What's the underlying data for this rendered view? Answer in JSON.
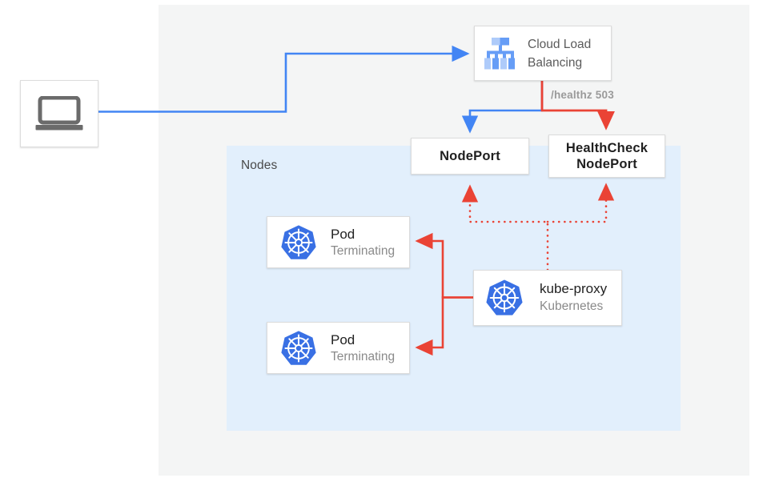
{
  "diagram": {
    "title_region": "kubernetes-externaltrafficpolicy-local-health-check",
    "nodes_panel": {
      "label": "Nodes",
      "background": "#e2effc"
    },
    "canvas_background": "#f4f5f5",
    "colors": {
      "blue_line": "#4285f4",
      "red_line": "#ea4335",
      "kubernetes_blue": "#3970e4",
      "panel_blue": "#e2effc",
      "panel_gray": "#f4f5f5",
      "text_dark": "#222222",
      "text_muted": "#8a8a8a"
    },
    "boxes": {
      "client": {
        "icon": "laptop-icon",
        "label": ""
      },
      "cloud_load_balancing": {
        "icon": "cloud-load-balancing-icon",
        "line1": "Cloud Load",
        "line2": "Balancing"
      },
      "nodeport": {
        "label": "NodePort"
      },
      "healthcheck_nodeport": {
        "line1": "HealthCheck",
        "line2": "NodePort"
      },
      "pod_1": {
        "icon": "kubernetes-icon",
        "title": "Pod",
        "subtitle": "Terminating"
      },
      "pod_2": {
        "icon": "kubernetes-icon",
        "title": "Pod",
        "subtitle": "Terminating"
      },
      "kube_proxy": {
        "icon": "kubernetes-icon",
        "title": "kube-proxy",
        "subtitle": "Kubernetes"
      }
    },
    "edges": {
      "healthz_label": "/healthz 503"
    }
  }
}
